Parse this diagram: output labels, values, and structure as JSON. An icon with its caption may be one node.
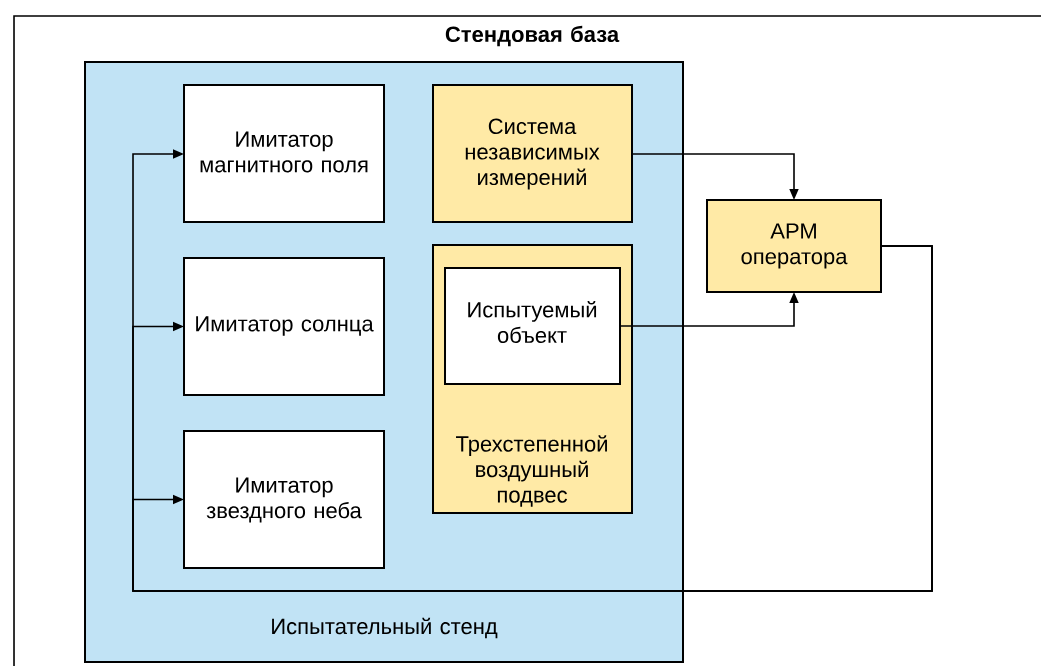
{
  "diagram": {
    "nodes": [
      {
        "text": [
          "Стендовая база"
        ]
      },
      {
        "text": [
          "Испытательный стенд"
        ],
        "in": 0
      },
      {
        "text": [
          "Имитатор магнитного поля"
        ],
        "in": 1
      },
      {
        "text": [
          "Система независимых измерений"
        ],
        "in": 1
      },
      {
        "text": [
          "Имитатор солнца"
        ],
        "in": 1
      },
      {
        "text": [
          "Трехстепенной воздушный подвес"
        ],
        "in": 1
      },
      {
        "text": [
          "Испытуемый объект"
        ],
        "in": 5
      },
      {
        "text": [
          "Имитатор звездного неба"
        ],
        "in": 1
      },
      {
        "text": [
          "АРМ оператора"
        ],
        "in": 0
      }
    ],
    "edges": [
      {
        "from": 3,
        "to": 8,
        "arrow": "to"
      },
      {
        "from": 6,
        "to": 8,
        "arrow": "to"
      },
      {
        "from": 8,
        "to": 2,
        "arrow": "to"
      },
      {
        "from": 8,
        "to": 4,
        "arrow": "to"
      },
      {
        "from": 8,
        "to": 7,
        "arrow": "to"
      }
    ]
  }
}
